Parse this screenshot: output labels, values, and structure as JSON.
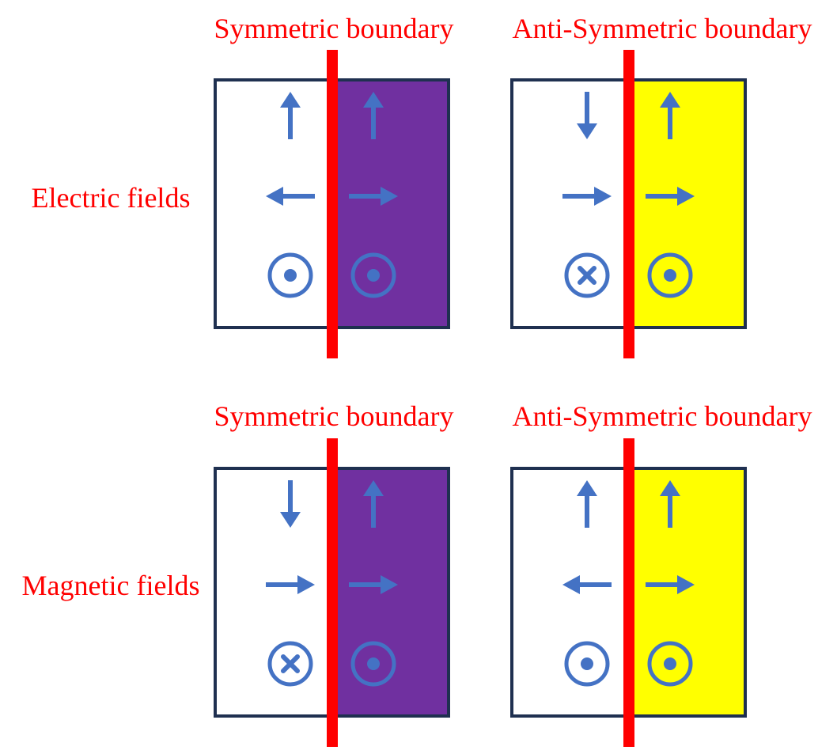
{
  "rows": [
    {
      "label": "Electric fields",
      "panels": [
        {
          "title": "Symmetric boundary",
          "fill": "#7030a0",
          "left_vectors": [
            "up",
            "left",
            "out"
          ],
          "right_vectors": [
            "up",
            "right",
            "out"
          ]
        },
        {
          "title": "Anti-Symmetric boundary",
          "fill": "#ffff00",
          "left_vectors": [
            "down",
            "right",
            "in"
          ],
          "right_vectors": [
            "up",
            "right",
            "out"
          ]
        }
      ]
    },
    {
      "label": "Magnetic fields",
      "panels": [
        {
          "title": "Symmetric boundary",
          "fill": "#7030a0",
          "left_vectors": [
            "down",
            "right",
            "in"
          ],
          "right_vectors": [
            "up",
            "right",
            "out"
          ]
        },
        {
          "title": "Anti-Symmetric boundary",
          "fill": "#ffff00",
          "left_vectors": [
            "up",
            "left",
            "out"
          ],
          "right_vectors": [
            "up",
            "right",
            "out"
          ]
        }
      ]
    }
  ],
  "colors": {
    "boundary_line": "#ff0000",
    "arrow": "#4472c4",
    "box_border": "#1f3050",
    "label_text": "#ff0000"
  },
  "icons": {
    "up": "arrow-up-icon",
    "down": "arrow-down-icon",
    "left": "arrow-left-icon",
    "right": "arrow-right-icon",
    "out": "vector-out-of-page-icon",
    "in": "vector-into-page-icon"
  }
}
